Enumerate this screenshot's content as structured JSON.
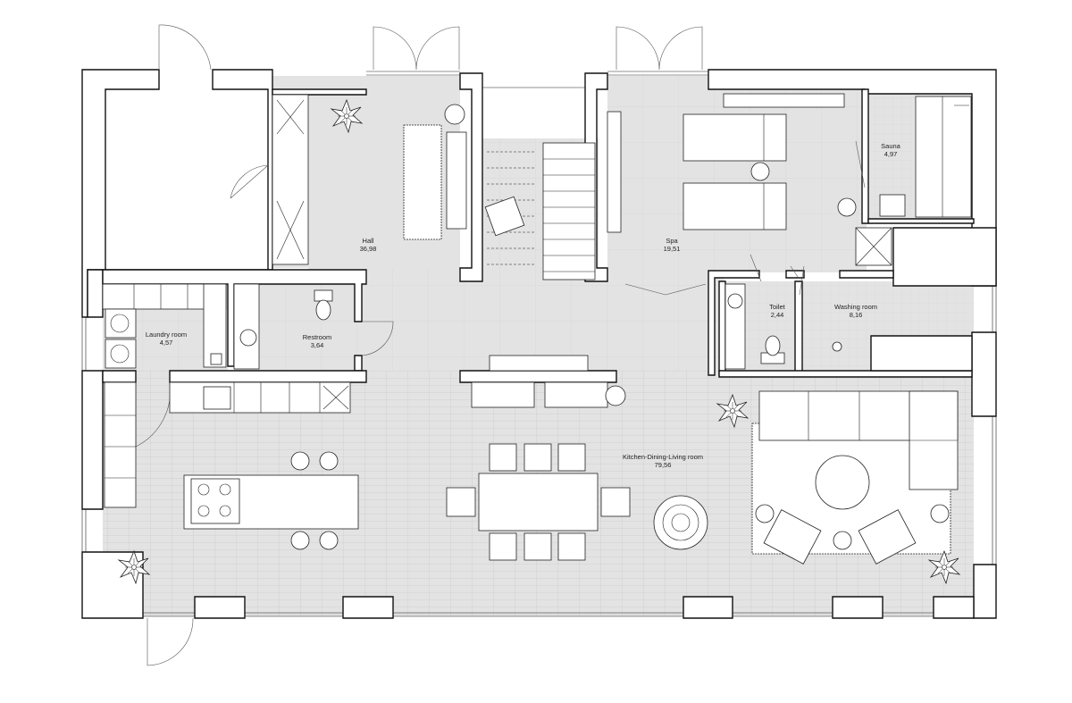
{
  "plan": {
    "rooms": [
      {
        "id": "hall",
        "name": "Hall",
        "area": "36,98"
      },
      {
        "id": "spa",
        "name": "Spa",
        "area": "19,51"
      },
      {
        "id": "sauna",
        "name": "Sauna",
        "area": "4,97"
      },
      {
        "id": "toilet",
        "name": "Toilet",
        "area": "2,44"
      },
      {
        "id": "washing",
        "name": "Washing room",
        "area": "8,16"
      },
      {
        "id": "laundry",
        "name": "Laundry room",
        "area": "4,57"
      },
      {
        "id": "restroom",
        "name": "Restroom",
        "area": "3,64"
      },
      {
        "id": "kitchen",
        "name": "Kitchen-Dining-Living room",
        "area": "79,56"
      }
    ],
    "colors": {
      "floor": "#e3e3e3",
      "wall": "#ffffff",
      "outline": "#111111"
    },
    "icons": [
      "plant-icon",
      "stove-icon",
      "sink-icon",
      "toilet-icon",
      "washer-icon"
    ]
  }
}
